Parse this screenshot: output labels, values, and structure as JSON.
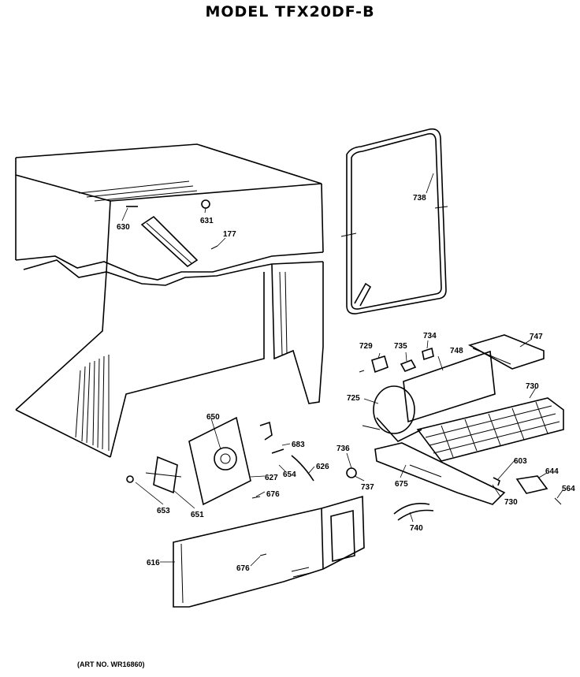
{
  "title": "MODEL TFX20DF-B",
  "art_number": "(ART NO. WR16860)",
  "callouts": [
    {
      "id": "c630",
      "label": "630"
    },
    {
      "id": "c631",
      "label": "631"
    },
    {
      "id": "c177",
      "label": "177"
    },
    {
      "id": "c738a",
      "label": "738"
    },
    {
      "id": "c729",
      "label": "729"
    },
    {
      "id": "c735",
      "label": "735"
    },
    {
      "id": "c734",
      "label": "734"
    },
    {
      "id": "c748",
      "label": "748"
    },
    {
      "id": "c747",
      "label": "747"
    },
    {
      "id": "c725",
      "label": "725"
    },
    {
      "id": "c730a",
      "label": "730"
    },
    {
      "id": "c650",
      "label": "650"
    },
    {
      "id": "c683",
      "label": "683"
    },
    {
      "id": "c736",
      "label": "736"
    },
    {
      "id": "c626",
      "label": "626"
    },
    {
      "id": "c654",
      "label": "654"
    },
    {
      "id": "c627",
      "label": "627"
    },
    {
      "id": "c676a",
      "label": "676"
    },
    {
      "id": "c675",
      "label": "675"
    },
    {
      "id": "c737",
      "label": "737"
    },
    {
      "id": "c603",
      "label": "603"
    },
    {
      "id": "c644",
      "label": "644"
    },
    {
      "id": "c564",
      "label": "564"
    },
    {
      "id": "c730b",
      "label": "730"
    },
    {
      "id": "c653",
      "label": "653"
    },
    {
      "id": "c651",
      "label": "651"
    },
    {
      "id": "c740",
      "label": "740"
    },
    {
      "id": "c616",
      "label": "616"
    },
    {
      "id": "c676b",
      "label": "676"
    }
  ]
}
